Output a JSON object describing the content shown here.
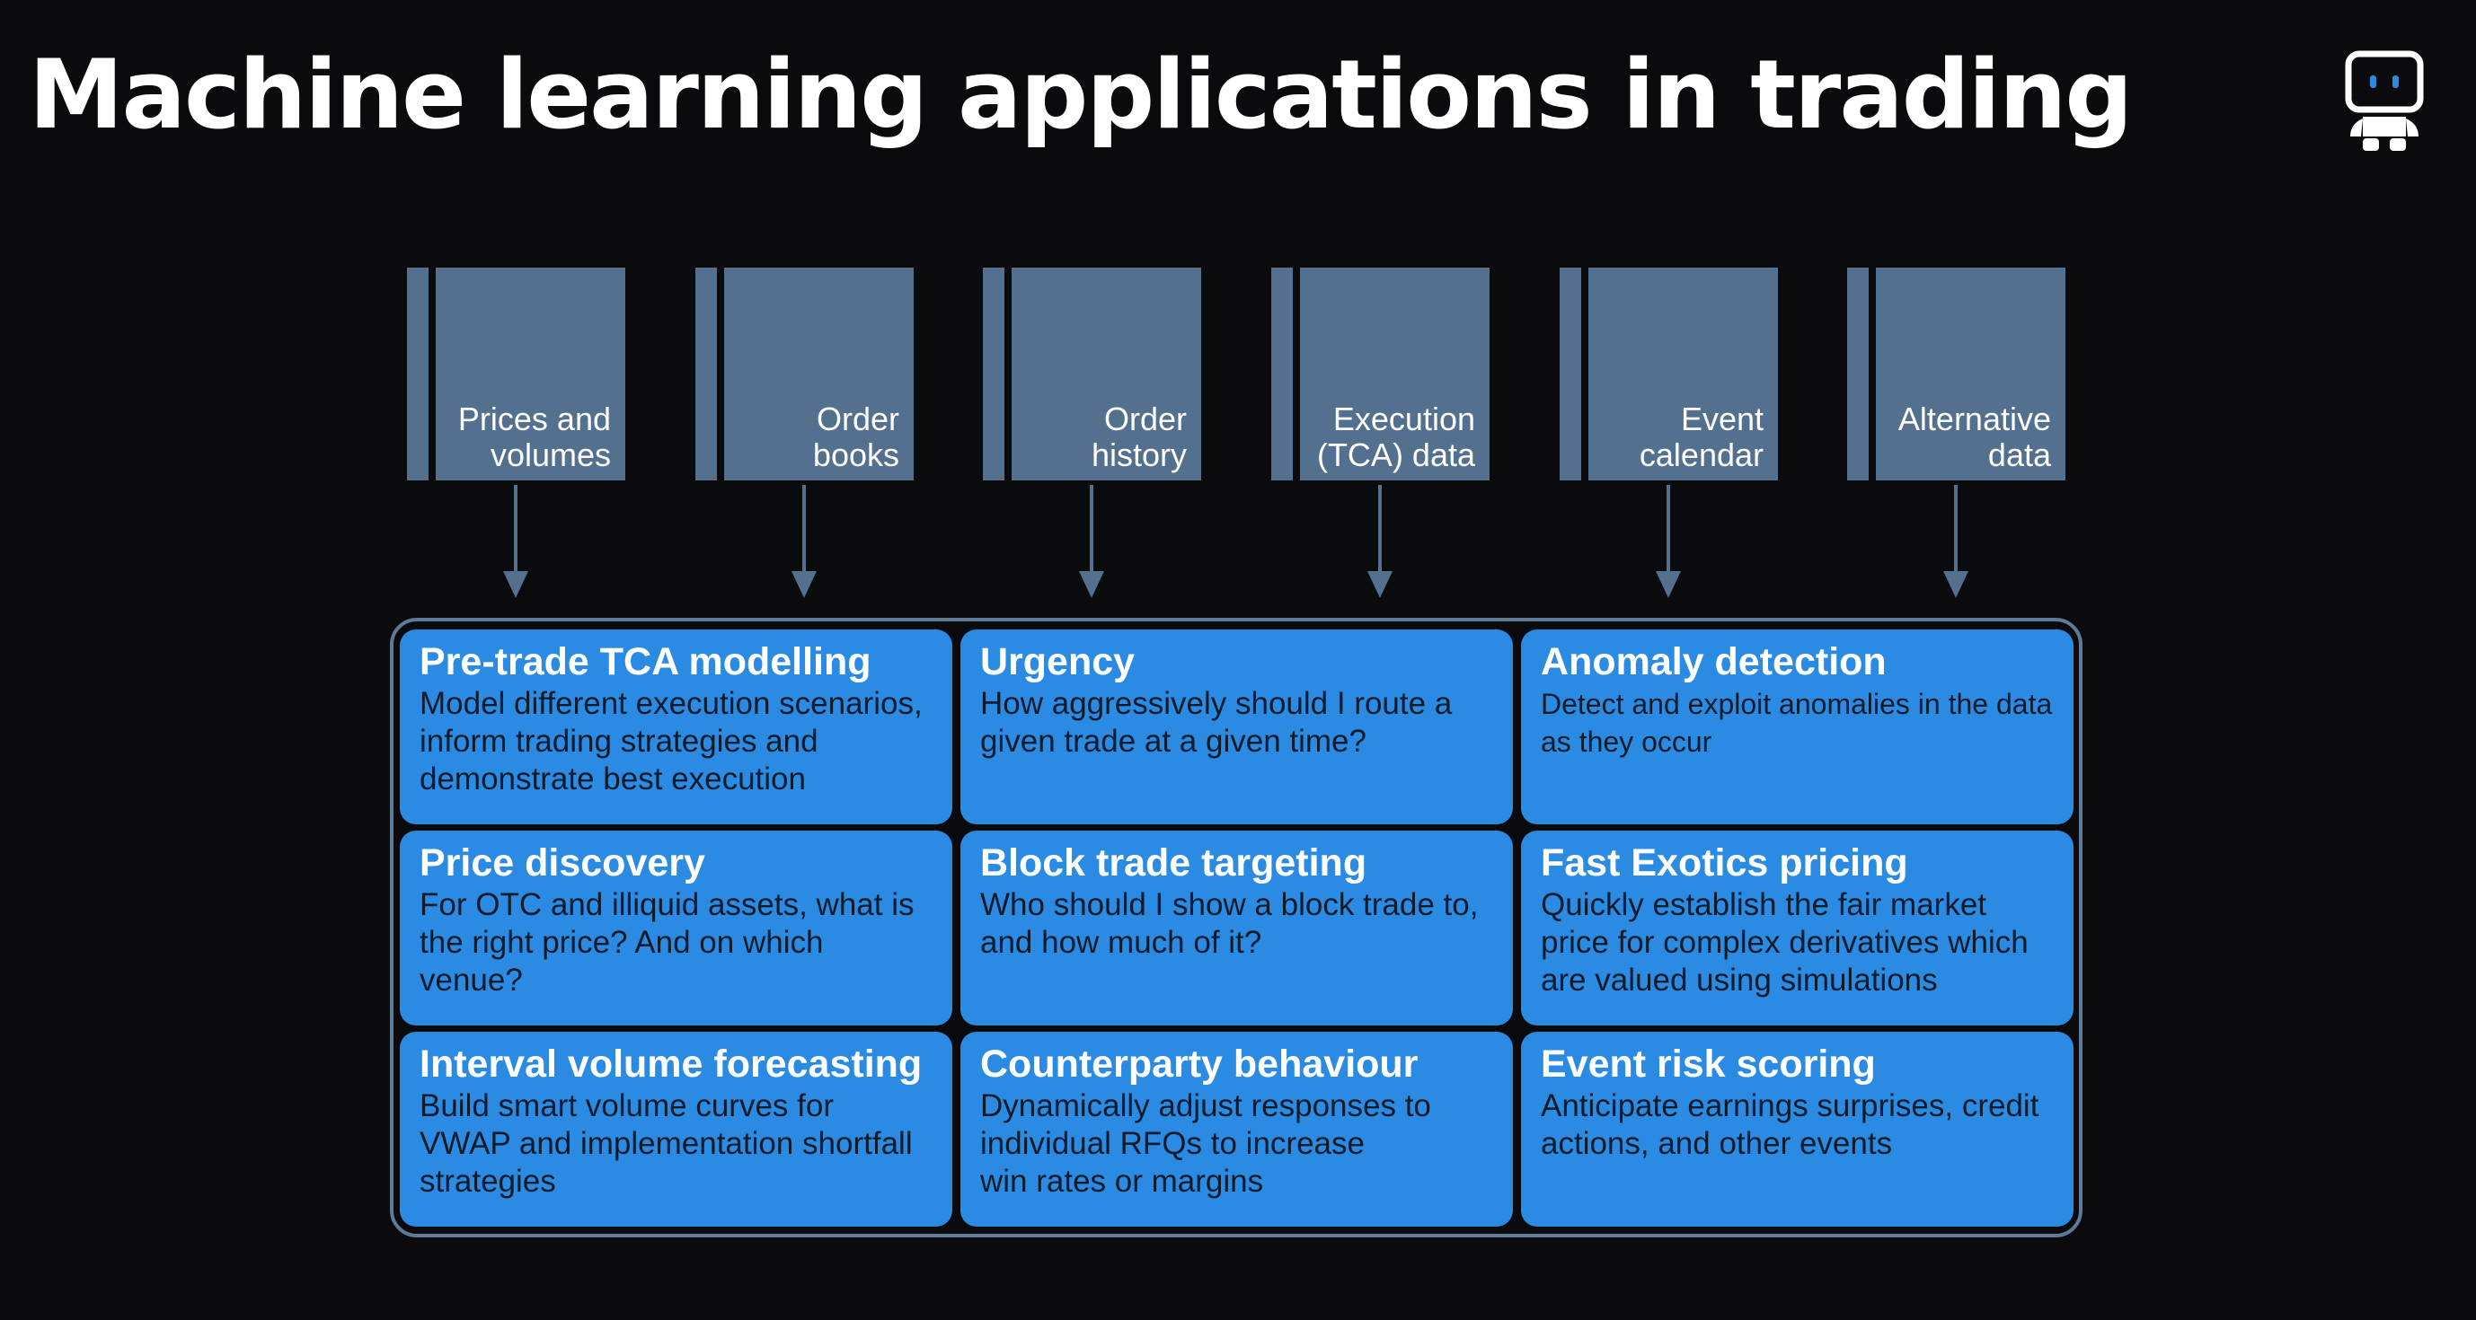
{
  "title": "Machine learning applications in trading",
  "sources": [
    {
      "line1": "Prices and",
      "line2": "volumes"
    },
    {
      "line1": "Order",
      "line2": "books"
    },
    {
      "line1": "Order",
      "line2": "history"
    },
    {
      "line1": "Execution",
      "line2": "(TCA) data"
    },
    {
      "line1": "Event",
      "line2": "calendar"
    },
    {
      "line1": "Alternative",
      "line2": "data"
    }
  ],
  "cards": [
    {
      "title": "Pre-trade TCA modelling",
      "desc": "Model different execution scenarios,\ninform trading strategies and\ndemonstrate best execution"
    },
    {
      "title": "Urgency",
      "desc": "How aggressively should I route a\ngiven trade at a given time?"
    },
    {
      "title": "Anomaly detection",
      "desc": "Detect and exploit anomalies in the data\nas they occur"
    },
    {
      "title": "Price discovery",
      "desc": "For OTC and illiquid assets, what is\nthe right price?  And on which\nvenue?"
    },
    {
      "title": "Block trade targeting",
      "desc": "Who should I show a block trade to,\nand how much of it?"
    },
    {
      "title": "Fast Exotics pricing",
      "desc": "Quickly establish the fair market\nprice for complex derivatives which\nare valued using simulations"
    },
    {
      "title": "Interval volume forecasting",
      "desc": "Build smart volume curves for\nVWAP and implementation shortfall\nstrategies"
    },
    {
      "title": "Counterparty behaviour",
      "desc": "Dynamically adjust responses to\nindividual RFQs to increase\nwin rates or margins"
    },
    {
      "title": "Event risk scoring",
      "desc": "Anticipate earnings surprises, credit\nactions, and other events"
    }
  ],
  "colors": {
    "background": "#0b0b0d",
    "source_box": "#54708f",
    "card": "#2b8be2",
    "frame": "#5e7a97",
    "robot_eyes": "#2b8be2"
  },
  "icons": [
    "robot-icon",
    "arrow-down-icon"
  ]
}
